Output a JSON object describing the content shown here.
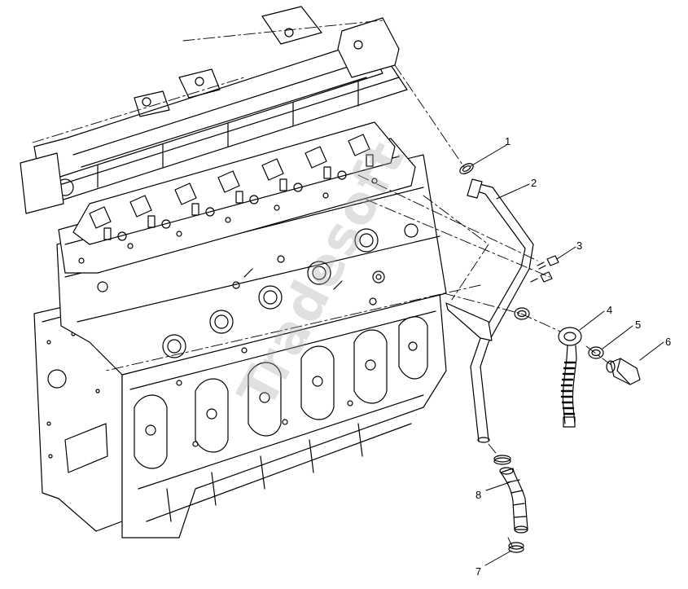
{
  "diagram": {
    "watermark_text": "Tradesoft",
    "callouts": [
      {
        "number": "1",
        "part": "sealing-washer"
      },
      {
        "number": "2",
        "part": "oil-pipe"
      },
      {
        "number": "3",
        "part": "screw"
      },
      {
        "number": "4",
        "part": "banjo-fitting-with-hose"
      },
      {
        "number": "5",
        "part": "sealing-ring"
      },
      {
        "number": "6",
        "part": "banjo-bolt"
      },
      {
        "number": "7",
        "part": "hose-clamp"
      },
      {
        "number": "8",
        "part": "rubber-hose"
      }
    ]
  }
}
